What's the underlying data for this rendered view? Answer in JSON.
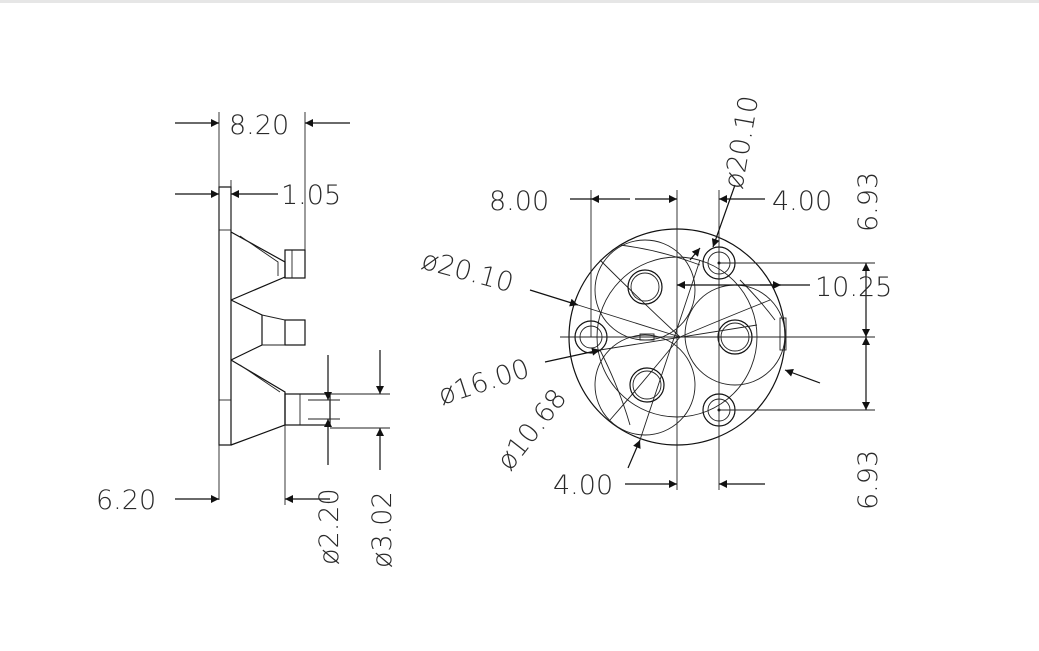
{
  "side_view": {
    "width_total": "8.20",
    "flange": "1.05",
    "depth": "6.20",
    "pin_small": "ø2.20",
    "pin_large": "ø3.02"
  },
  "front_view": {
    "dia_outer_a": "ø20.10",
    "dia_outer_b": "ø20.10",
    "offset_left": "8.00",
    "offset_top_right": "4.00",
    "offset_bottom": "4.00",
    "vert_top": "6.93",
    "vert_bottom": "6.93",
    "radius_right": "10.25",
    "dia_16": "ø16.00",
    "dia_1068": "ø10.68"
  },
  "colors": {
    "line": "#111111",
    "text": "#2a2a2a",
    "background": "#ffffff"
  }
}
